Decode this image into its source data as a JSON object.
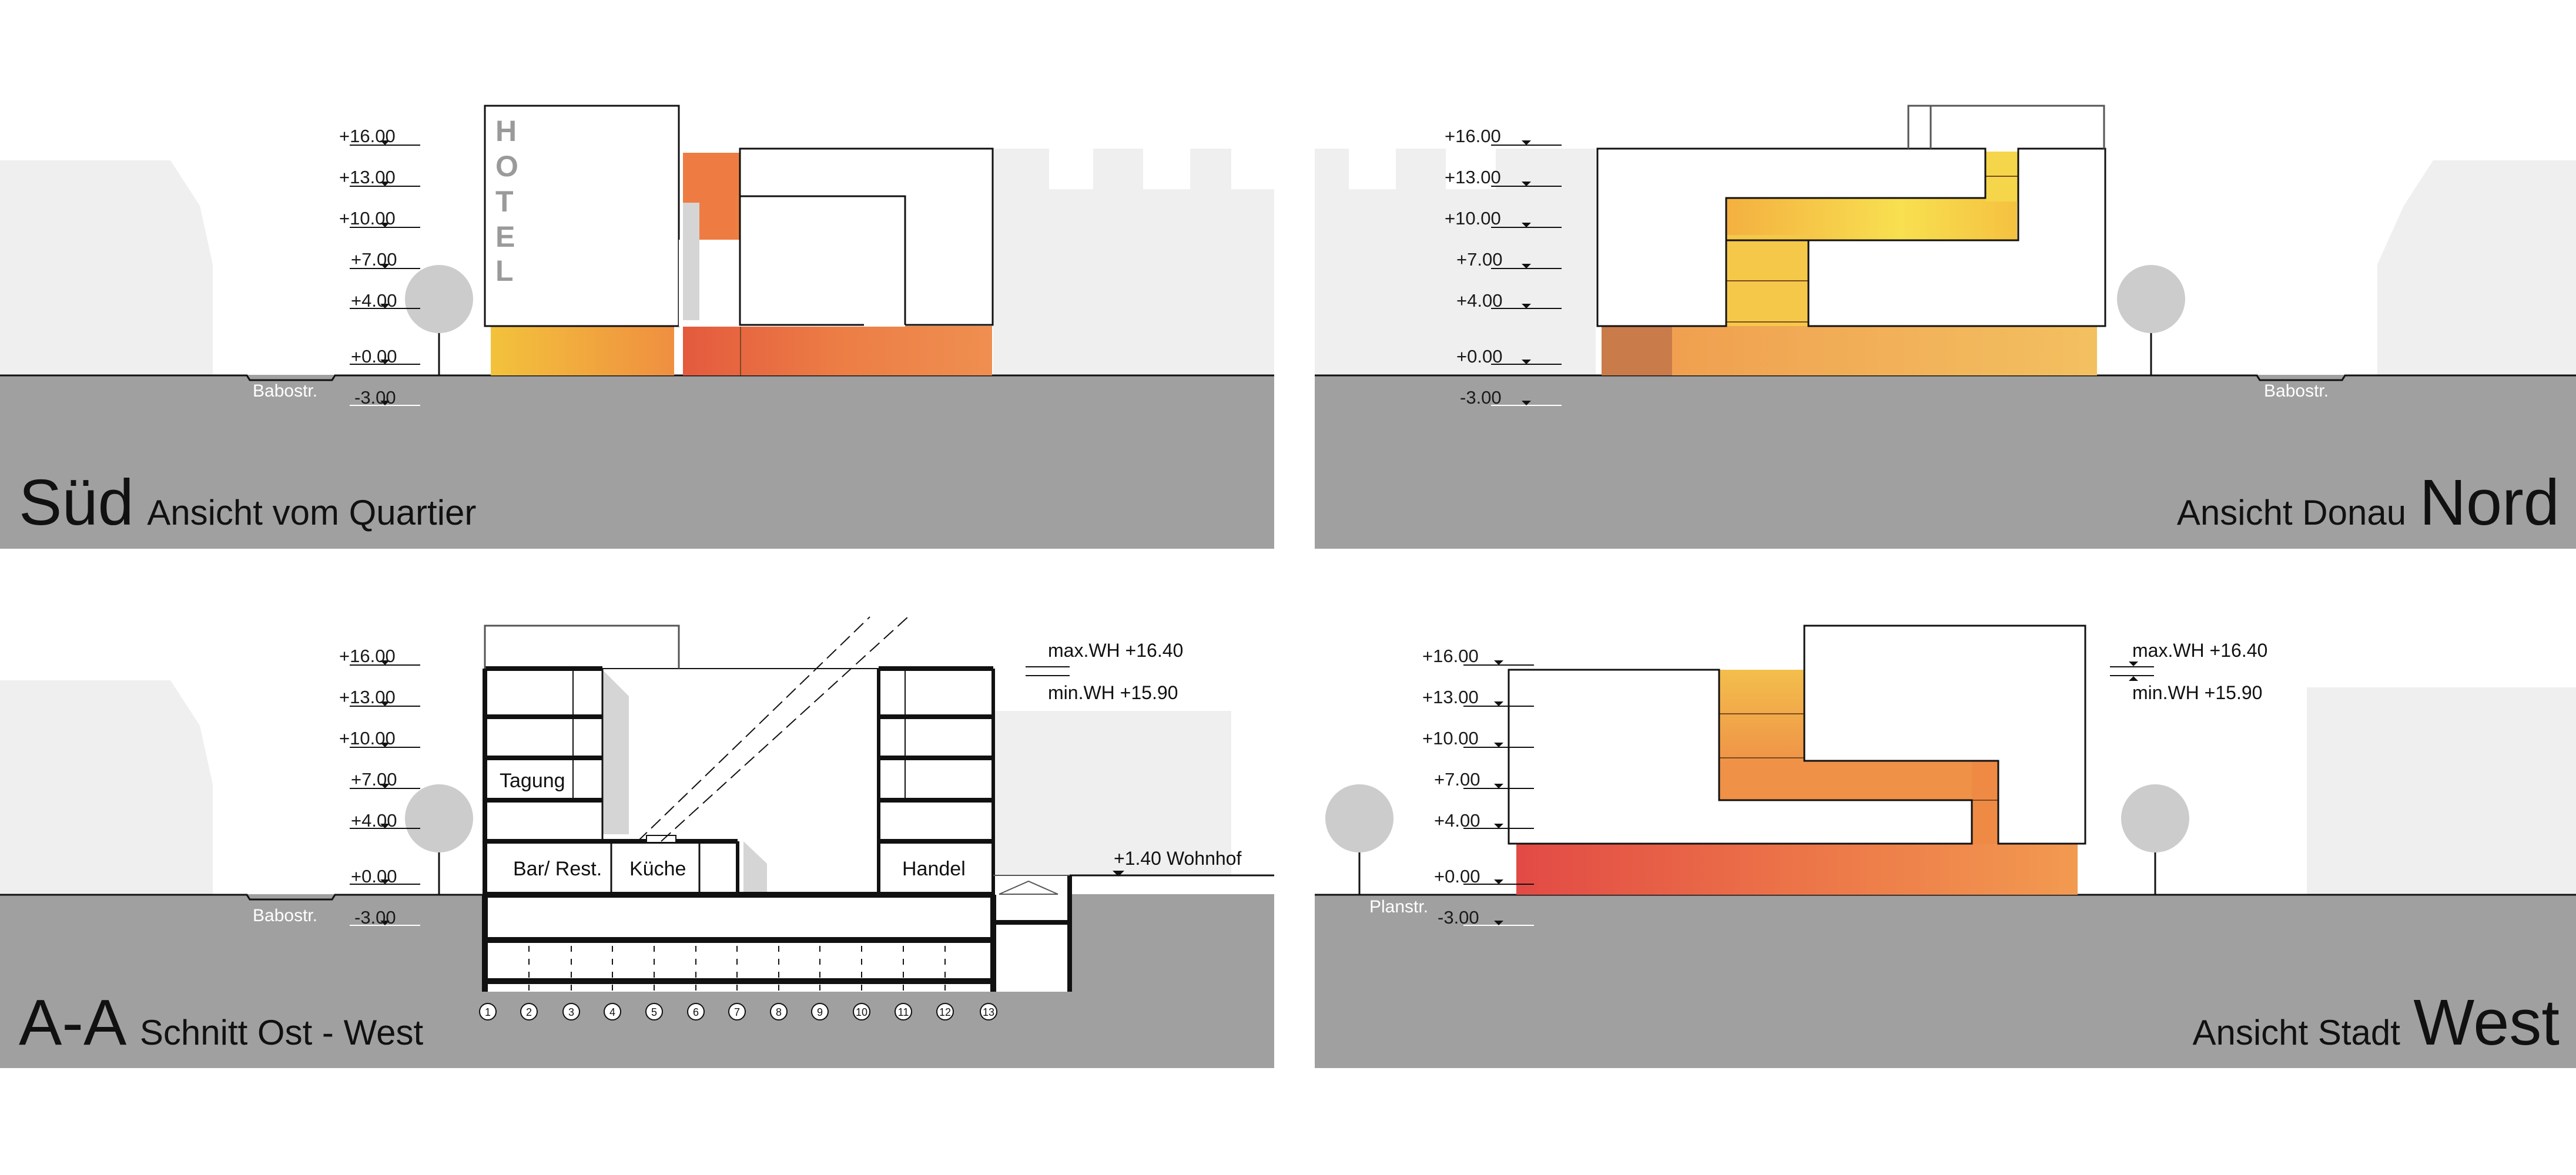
{
  "panels": {
    "sued": {
      "title_big": "Süd",
      "title_small": "Ansicht vom Quartier",
      "street": "Babostr.",
      "sign_letters": [
        "H",
        "O",
        "T",
        "E",
        "L"
      ]
    },
    "nord": {
      "title_small": "Ansicht Donau",
      "title_big": "Nord",
      "street": "Babostr."
    },
    "schnitt": {
      "title_big": "A-A",
      "title_small": "Schnitt Ost - West",
      "street": "Babostr.",
      "rooms": {
        "tagung": "Tagung",
        "bar": "Bar/ Rest.",
        "kueche": "Küche",
        "handel": "Handel"
      },
      "max_height": "max.WH +16.40",
      "min_height": "min.WH +15.90",
      "courtyard": "+1.40 Wohnhof",
      "axes": [
        "1",
        "2",
        "3",
        "4",
        "5",
        "6",
        "7",
        "8",
        "9",
        "10",
        "11",
        "12",
        "13"
      ]
    },
    "west": {
      "title_small": "Ansicht Stadt",
      "title_big": "West",
      "street": "Planstr.",
      "max_height": "max.WH +16.40",
      "min_height": "min.WH +15.90"
    }
  },
  "levels": [
    "+16.00",
    "+13.00",
    "+10.00",
    "+7.00",
    "+4.00",
    "+0.00",
    "-3.00"
  ],
  "colors": {
    "ground": "#a0a0a0",
    "neighbour": "#efefef",
    "tree": "#cccccc",
    "facade_yellow": "#f6d24a",
    "facade_orange": "#ef8a4a",
    "facade_red": "#e2504a"
  }
}
